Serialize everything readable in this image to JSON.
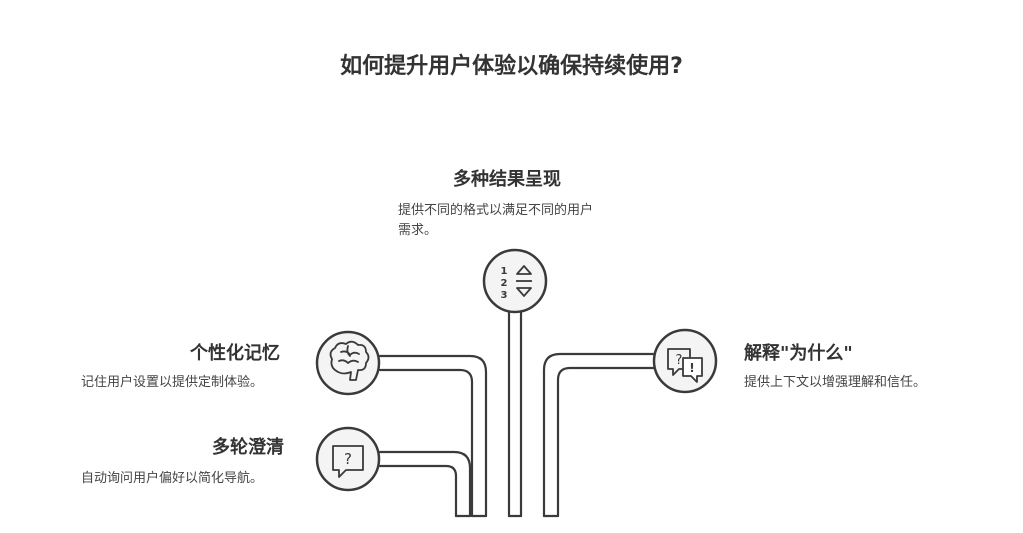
{
  "title": "如何提升用户体验以确保持续使用?",
  "branches": [
    {
      "id": "multi-result",
      "heading": "多种结果呈现",
      "description_line1": "提供不同的格式以满足不同的用户",
      "description_line2": "需求。",
      "icon": "numbered-list-sort-icon",
      "icon_glyphs": [
        "1",
        "2",
        "3"
      ]
    },
    {
      "id": "personal-memory",
      "heading": "个性化记忆",
      "description": "记住用户设置以提供定制体验。",
      "icon": "brain-icon"
    },
    {
      "id": "explain-why",
      "heading": "解释\"为什么\"",
      "description": "提供上下文以增强理解和信任。",
      "icon": "question-exclamation-bubbles-icon",
      "icon_glyphs": [
        "?",
        "!"
      ]
    },
    {
      "id": "multi-turn-clarify",
      "heading": "多轮澄清",
      "description": "自动询问用户偏好以简化导航。",
      "icon": "question-bubble-icon",
      "icon_glyphs": [
        "?"
      ]
    }
  ],
  "colors": {
    "stroke": "#3a3a3a",
    "icon_fill": "#f4f4f4",
    "text": "#333333"
  }
}
